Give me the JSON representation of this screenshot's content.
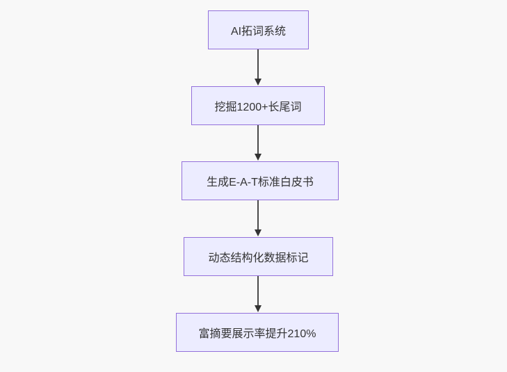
{
  "diagram": {
    "type": "flowchart",
    "direction": "top-down",
    "colors": {
      "background": "#f8f8f8",
      "node_fill": "#ececff",
      "node_border": "#9370db",
      "node_text": "#333333",
      "arrow": "#333333"
    },
    "nodes": [
      {
        "label": "AI拓词系统"
      },
      {
        "label": "挖掘1200+长尾词"
      },
      {
        "label": "生成E-A-T标准白皮书"
      },
      {
        "label": "动态结构化数据标记"
      },
      {
        "label": "富摘要展示率提升210%"
      }
    ],
    "edges": [
      {
        "from": "AI拓词系统",
        "to": "挖掘1200+长尾词",
        "style": "arrow-down"
      },
      {
        "from": "挖掘1200+长尾词",
        "to": "生成E-A-T标准白皮书",
        "style": "arrow-down"
      },
      {
        "from": "生成E-A-T标准白皮书",
        "to": "动态结构化数据标记",
        "style": "arrow-down"
      },
      {
        "from": "动态结构化数据标记",
        "to": "富摘要展示率提升210%",
        "style": "arrow-down"
      }
    ]
  }
}
